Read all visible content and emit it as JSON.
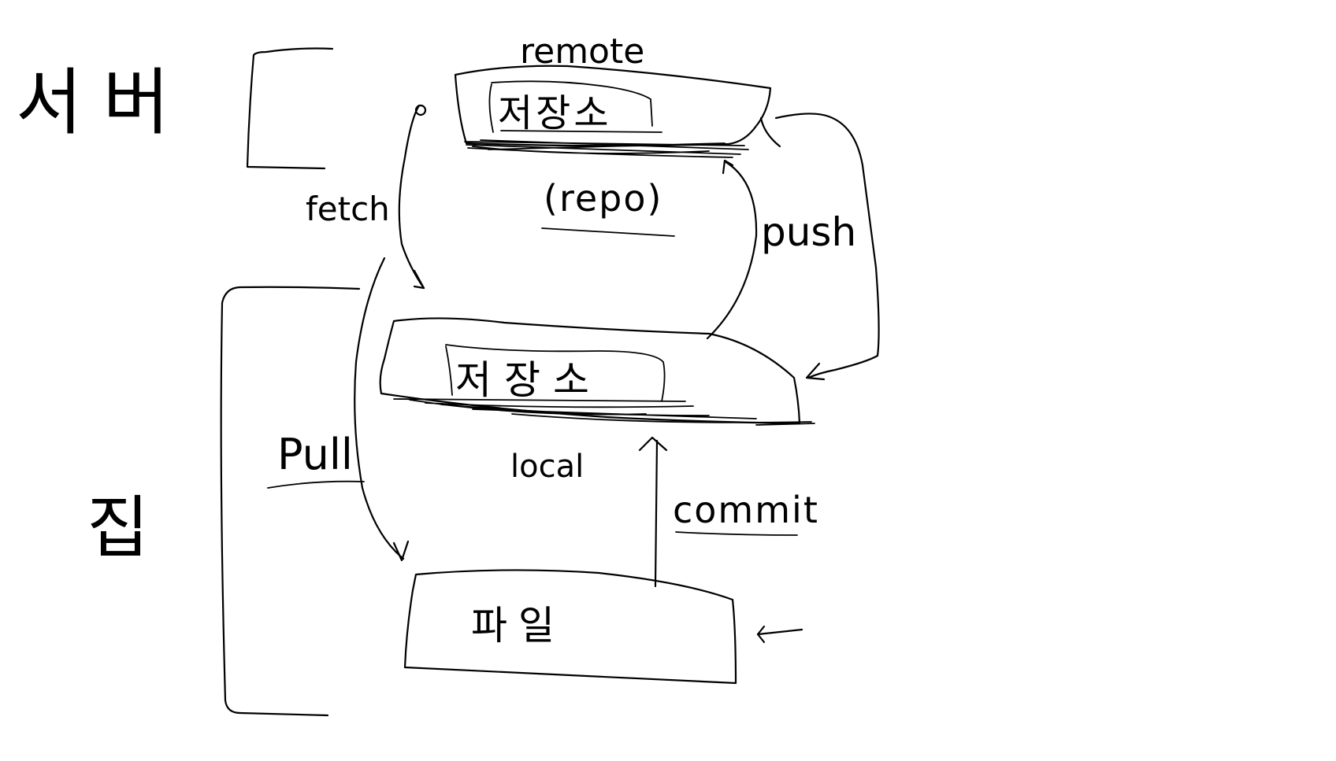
{
  "labels": {
    "server_label": "서버",
    "home_label": "집",
    "remote_label": "remote",
    "remote_box_label": "저장소",
    "repo_label": "(repo)",
    "local_box_label": "저장소",
    "local_label": "local",
    "file_box_label": "파일",
    "fetch_label": "fetch",
    "pull_label": "Pull",
    "push_label": "push",
    "commit_label": "commit"
  },
  "colors": {
    "ink": "#000000",
    "background": "#ffffff"
  }
}
